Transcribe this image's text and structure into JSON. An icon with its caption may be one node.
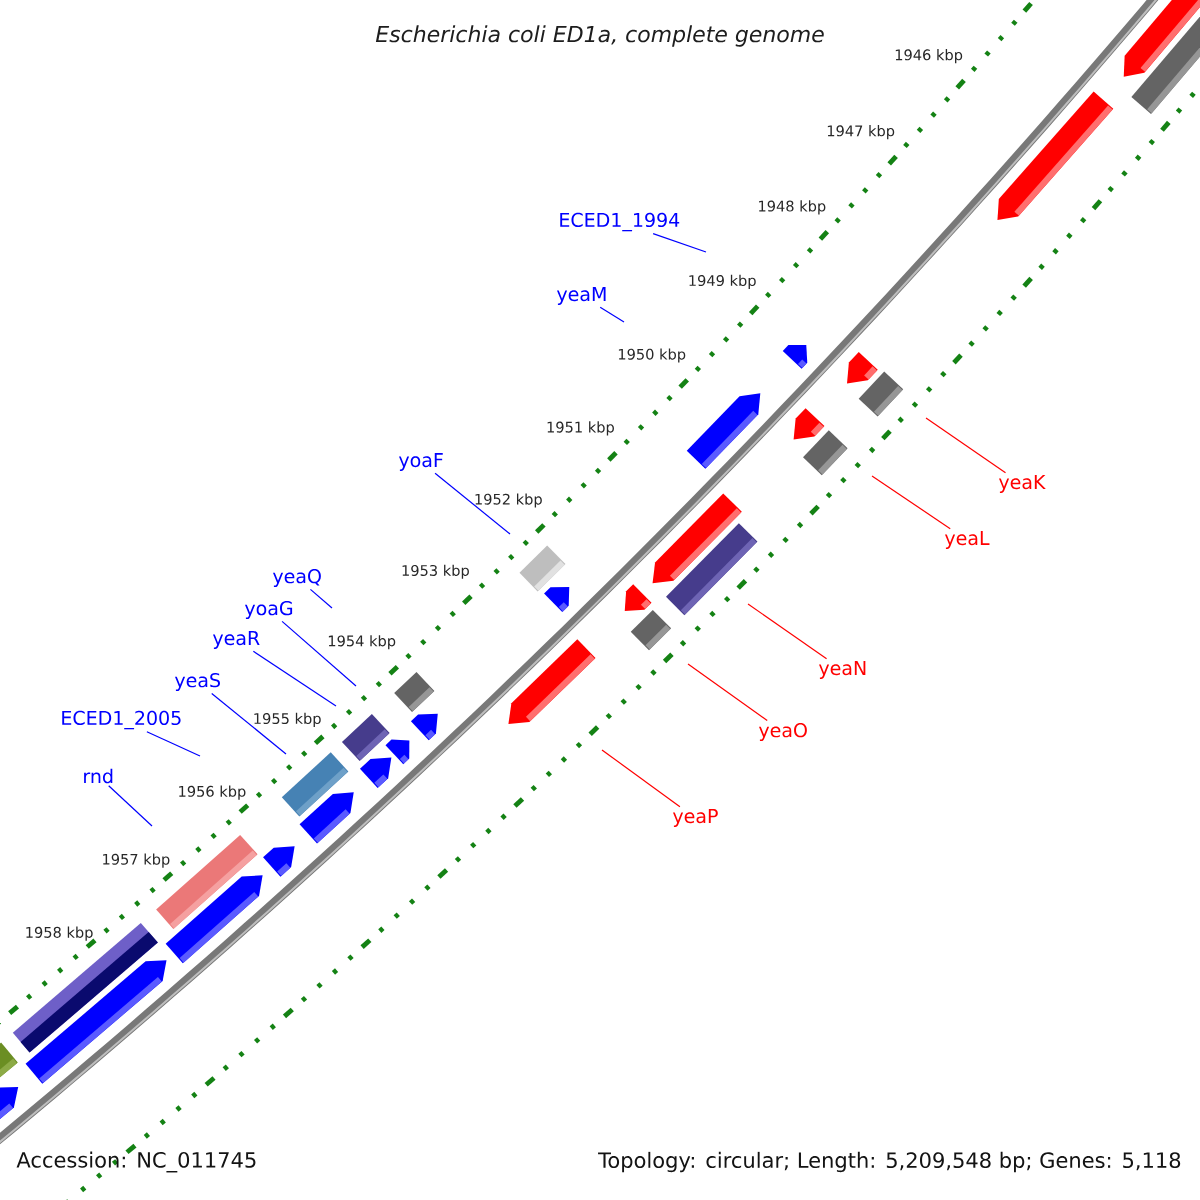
{
  "diagram": {
    "title": "Escherichia coli ED1a, complete genome",
    "nodes": [
      {
        "text": [
          "ECED1_1994"
        ]
      },
      {
        "text": [
          "yeaM"
        ]
      },
      {
        "text": [
          "yoaF"
        ]
      },
      {
        "text": [
          "yeaK"
        ]
      },
      {
        "text": [
          "yeaL"
        ]
      },
      {
        "text": [
          "yeaQ"
        ]
      },
      {
        "text": [
          "yoaG"
        ]
      },
      {
        "text": [
          "yeaR"
        ]
      },
      {
        "text": [
          "yeaN"
        ]
      },
      {
        "text": [
          "yeaS"
        ]
      },
      {
        "text": [
          "ECED1_2005"
        ]
      },
      {
        "text": [
          "yeaO"
        ]
      },
      {
        "text": [
          "rnd"
        ]
      },
      {
        "text": [
          "yeaP"
        ]
      }
    ],
    "edges": [
      {
        "from": 0,
        "to": null,
        "arrow": "none",
        "color": "#0000ff"
      },
      {
        "from": 1,
        "to": null,
        "arrow": "none",
        "color": "#0000ff"
      },
      {
        "from": 2,
        "to": null,
        "arrow": "none",
        "color": "#0000ff"
      },
      {
        "from": 3,
        "to": null,
        "arrow": "none",
        "color": "#ff0000"
      },
      {
        "from": 4,
        "to": null,
        "arrow": "none",
        "color": "#ff0000"
      },
      {
        "from": 5,
        "to": null,
        "arrow": "none",
        "color": "#0000ff"
      },
      {
        "from": 6,
        "to": null,
        "arrow": "none",
        "color": "#0000ff"
      },
      {
        "from": 7,
        "to": null,
        "arrow": "none",
        "color": "#0000ff"
      },
      {
        "from": 8,
        "to": null,
        "arrow": "none",
        "color": "#ff0000"
      },
      {
        "from": 9,
        "to": null,
        "arrow": "none",
        "color": "#0000ff"
      },
      {
        "from": 10,
        "to": null,
        "arrow": "none",
        "color": "#0000ff"
      },
      {
        "from": 11,
        "to": null,
        "arrow": "none",
        "color": "#ff0000"
      },
      {
        "from": 12,
        "to": null,
        "arrow": "none",
        "color": "#0000ff"
      },
      {
        "from": 13,
        "to": null,
        "arrow": "none",
        "color": "#ff0000"
      }
    ],
    "labels": [
      "1946 kbp",
      "1947 kbp",
      "1948 kbp",
      "1949 kbp",
      "1950 kbp",
      "1951 kbp",
      "1952 kbp",
      "1953 kbp",
      "1954 kbp",
      "1955 kbp",
      "1956 kbp",
      "1957 kbp",
      "1958 kbp",
      "Accession: NC_011745",
      "Topology: circular; Length: 5,209,548 bp; Genes: 5,118"
    ]
  }
}
